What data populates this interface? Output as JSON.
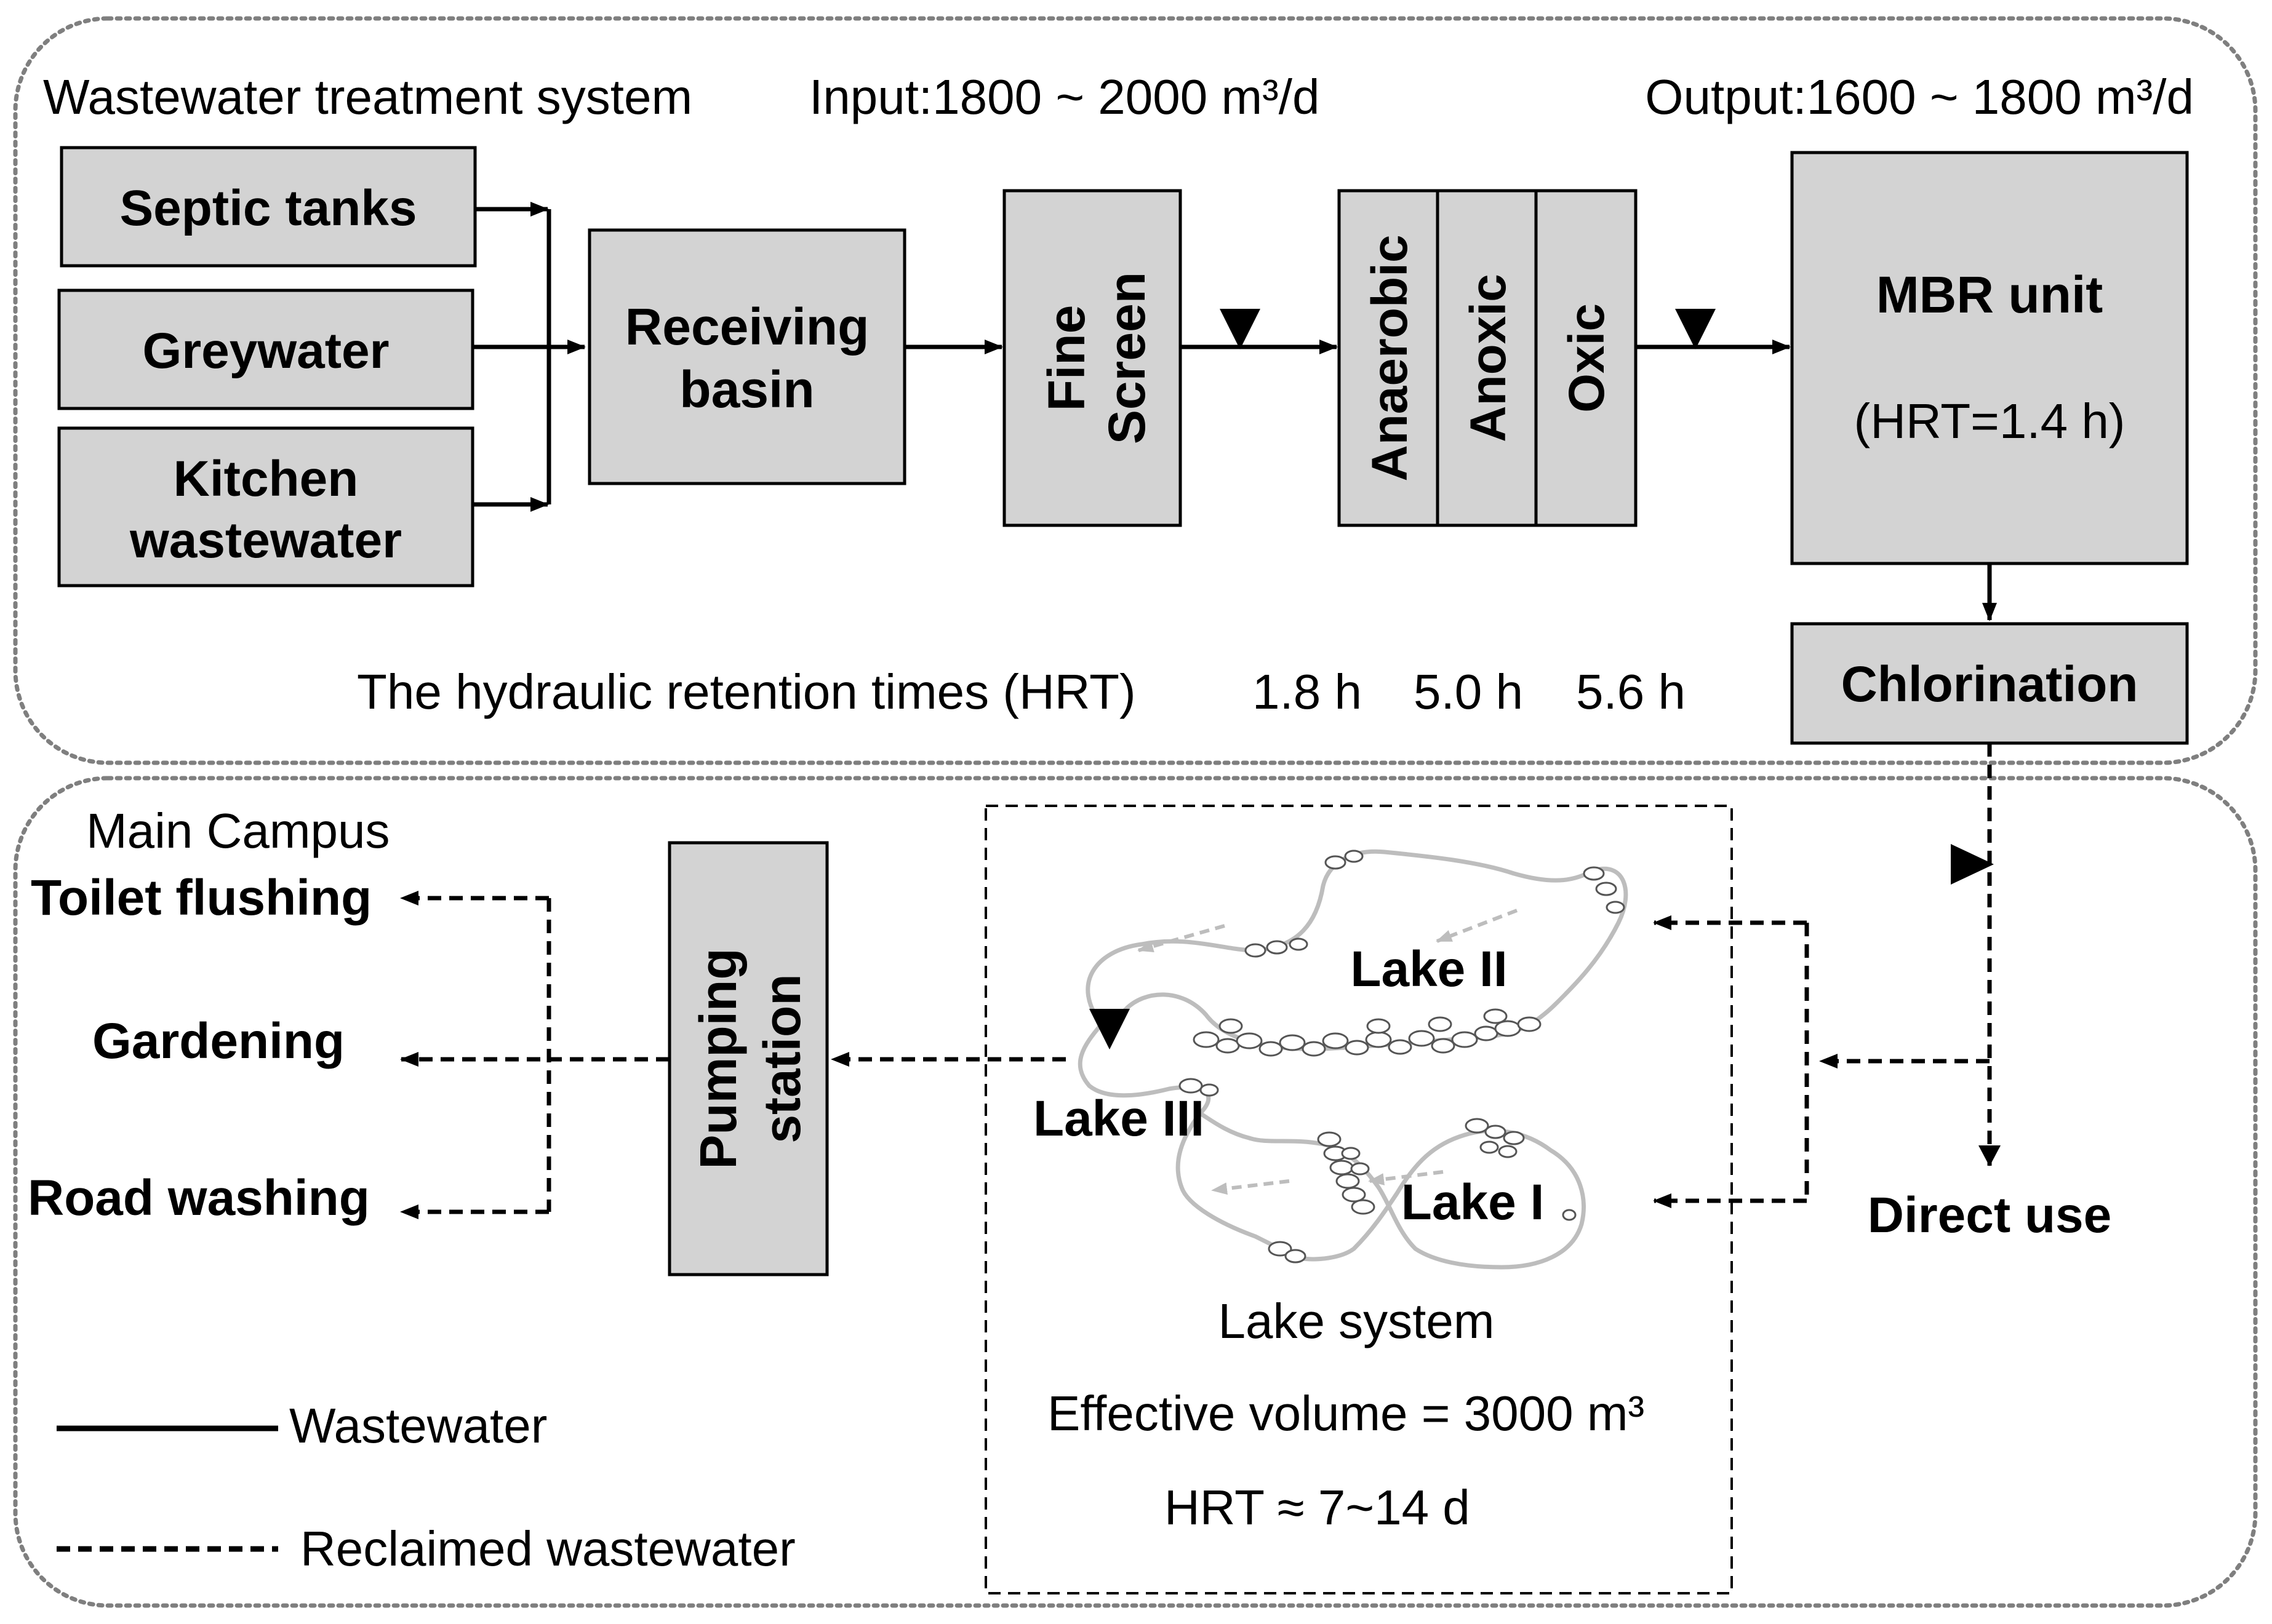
{
  "top_panel": {
    "title": "Wastewater treatment system",
    "input": "Input:1800 ~ 2000 m³/d",
    "output": "Output:1600 ~ 1800 m³/d"
  },
  "sources": {
    "septic": "Septic tanks",
    "greywater": "Greywater",
    "kitchen_1": "Kitchen",
    "kitchen_2": "wastewater"
  },
  "units": {
    "receiving_1": "Receiving",
    "receiving_2": "basin",
    "screen_1": "Fine",
    "screen_2": "Screen",
    "anaerobic": "Anaerobic",
    "anoxic": "Anoxic",
    "oxic": "Oxic",
    "mbr": "MBR unit",
    "mbr_hrt": "(HRT=1.4 h)",
    "chlorination": "Chlorination"
  },
  "hrt": {
    "label": "The hydraulic retention times (HRT)",
    "anaerobic": "1.8 h",
    "anoxic": "5.0 h",
    "oxic": "5.6 h"
  },
  "bottom_panel": {
    "title": "Main Campus",
    "pump_1": "Pumping",
    "pump_2": "station",
    "uses": [
      "Toilet flushing",
      "Gardening",
      "Road washing"
    ],
    "direct_use": "Direct use"
  },
  "lakes": {
    "lake1": "Lake I",
    "lake2": "Lake II",
    "lake3": "Lake III",
    "system": "Lake system",
    "volume": "Effective volume = 3000 m³",
    "hrt": "HRT ≈ 7~14 d"
  },
  "legend": {
    "wastewater": "Wastewater",
    "reclaimed": "Reclaimed wastewater"
  },
  "colors": {
    "box_fill": "#d3d3d3",
    "panel_border": "#7f7f7f",
    "lake_outline": "#bdbdbd"
  }
}
